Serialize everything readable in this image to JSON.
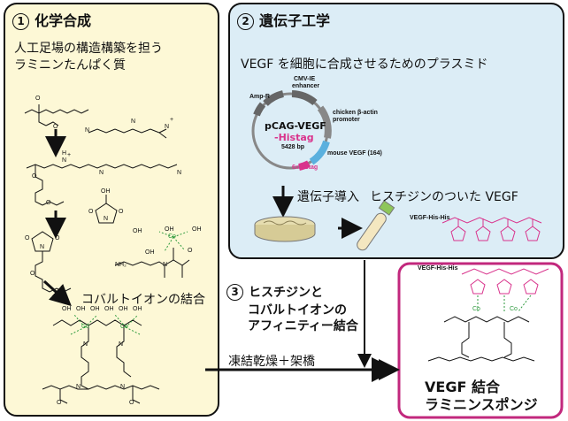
{
  "panel1": {
    "number": "1",
    "title": "化学合成",
    "desc_line1": "人工足場の構造構築を担う",
    "desc_line2": "ラミニンたんぱく質",
    "cobalt_label": "コバルトイオンの結合"
  },
  "panel2": {
    "number": "2",
    "title": "遺伝子工学",
    "desc": "VEGF を細胞に合成させるためのプラスミド",
    "transfer_label": "遺伝子導入",
    "his_label": "ヒスチジンのついた VEGF",
    "tube_label": "VEGF-His-His"
  },
  "plasmid": {
    "name1": "pCAG-VEGF",
    "name2": "-Histag",
    "size": "5428 bp",
    "amp": "Amp-R",
    "cmv1": "CMV-IE",
    "cmv2": "enhancer",
    "actin1": "chicken β-actin",
    "actin2": "promoter",
    "mouse": "mouse VEGF (164)",
    "histag": "6xHistag"
  },
  "step3": {
    "number": "3",
    "line1": "ヒスチジンと",
    "line2": "コバルトイオンの",
    "line3": "アフィニティー結合"
  },
  "freeze_label": "凍結乾燥＋架橋",
  "result": {
    "header": "VEGF-His-His",
    "line1": "VEGF 結合",
    "line2": "ラミニンスポンジ"
  },
  "chem": {
    "co": "Co",
    "oh": "OH",
    "o": "O",
    "n": "N",
    "h": "H",
    "nh2": "NH₂",
    "plus": "+"
  },
  "colors": {
    "panel1_fill": "#fdf8d6",
    "panel2_fill": "#dcedf6",
    "result_border": "#c2287d",
    "his_magenta": "#d9338c",
    "cobalt_green": "#2e9a3e"
  }
}
